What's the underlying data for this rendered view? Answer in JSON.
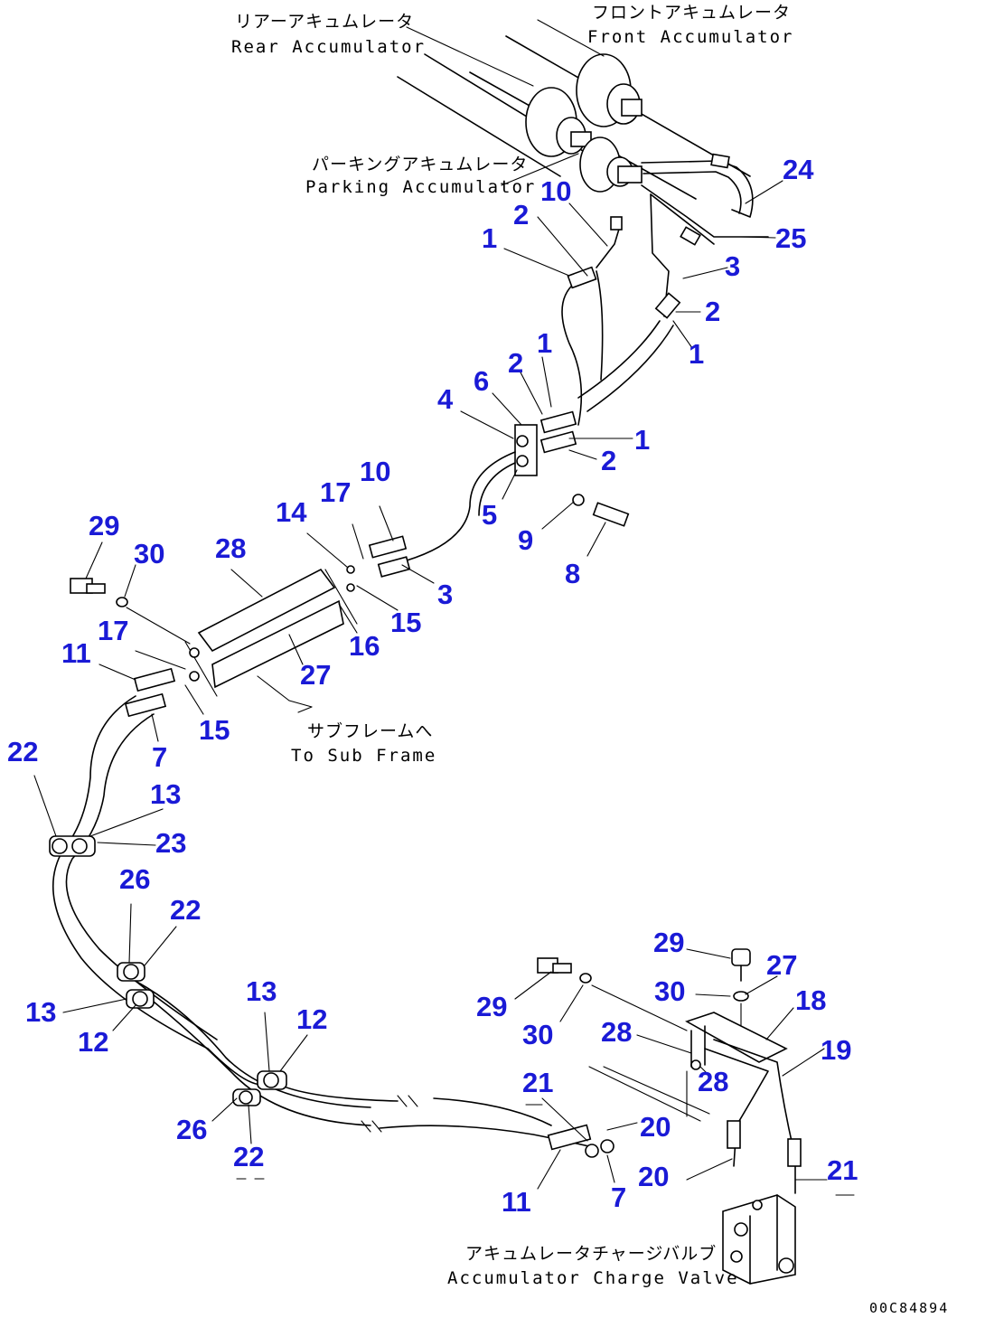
{
  "captions": {
    "rear_jp": "リアーアキュムレータ",
    "rear_en": "Rear Accumulator",
    "front_jp": "フロントアキュムレータ",
    "front_en": "Front Accumulator",
    "parking_jp": "パーキングアキュムレータ",
    "parking_en": "Parking Accumulator",
    "subframe_jp": "サブフレームへ",
    "subframe_en": "To Sub Frame",
    "charge_jp": "アキュムレータチャージバルブ",
    "charge_en": "Accumulator Charge Valve"
  },
  "drawing_code": "00C84894",
  "callouts": [
    {
      "id": "c24",
      "text": "24"
    },
    {
      "id": "c25",
      "text": "25"
    },
    {
      "id": "c10a",
      "text": "10"
    },
    {
      "id": "c2a",
      "text": "2"
    },
    {
      "id": "c1a",
      "text": "1"
    },
    {
      "id": "c3a",
      "text": "3"
    },
    {
      "id": "c2b",
      "text": "2"
    },
    {
      "id": "c1b",
      "text": "1"
    },
    {
      "id": "c1c",
      "text": "1"
    },
    {
      "id": "c2c",
      "text": "2"
    },
    {
      "id": "c6",
      "text": "6"
    },
    {
      "id": "c4",
      "text": "4"
    },
    {
      "id": "c1d",
      "text": "1"
    },
    {
      "id": "c2d",
      "text": "2"
    },
    {
      "id": "c5",
      "text": "5"
    },
    {
      "id": "c9",
      "text": "9"
    },
    {
      "id": "c8",
      "text": "8"
    },
    {
      "id": "c10b",
      "text": "10"
    },
    {
      "id": "c17a",
      "text": "17"
    },
    {
      "id": "c14",
      "text": "14"
    },
    {
      "id": "c3b",
      "text": "3"
    },
    {
      "id": "c15a",
      "text": "15"
    },
    {
      "id": "c16",
      "text": "16"
    },
    {
      "id": "c28a",
      "text": "28"
    },
    {
      "id": "c27a",
      "text": "27"
    },
    {
      "id": "c29a",
      "text": "29"
    },
    {
      "id": "c30a",
      "text": "30"
    },
    {
      "id": "c17b",
      "text": "17"
    },
    {
      "id": "c11a",
      "text": "11"
    },
    {
      "id": "c15b",
      "text": "15"
    },
    {
      "id": "c7a",
      "text": "7"
    },
    {
      "id": "c22a",
      "text": "22"
    },
    {
      "id": "c13a",
      "text": "13"
    },
    {
      "id": "c23",
      "text": "23"
    },
    {
      "id": "c26a",
      "text": "26"
    },
    {
      "id": "c22b",
      "text": "22"
    },
    {
      "id": "c13b",
      "text": "13"
    },
    {
      "id": "c12a",
      "text": "12"
    },
    {
      "id": "c13c",
      "text": "13"
    },
    {
      "id": "c12b",
      "text": "12"
    },
    {
      "id": "c26b",
      "text": "26"
    },
    {
      "id": "c22c",
      "text": "22"
    },
    {
      "id": "c29b",
      "text": "29"
    },
    {
      "id": "c27b",
      "text": "27"
    },
    {
      "id": "c30b",
      "text": "30"
    },
    {
      "id": "c18",
      "text": "18"
    },
    {
      "id": "c29c",
      "text": "29"
    },
    {
      "id": "c30c",
      "text": "30"
    },
    {
      "id": "c28b",
      "text": "28"
    },
    {
      "id": "c28c",
      "text": "28"
    },
    {
      "id": "c19",
      "text": "19"
    },
    {
      "id": "c21a",
      "text": "21"
    },
    {
      "id": "c20a",
      "text": "20"
    },
    {
      "id": "c20b",
      "text": "20"
    },
    {
      "id": "c21b",
      "text": "21"
    },
    {
      "id": "c11b",
      "text": "11"
    },
    {
      "id": "c7b",
      "text": "7"
    }
  ]
}
